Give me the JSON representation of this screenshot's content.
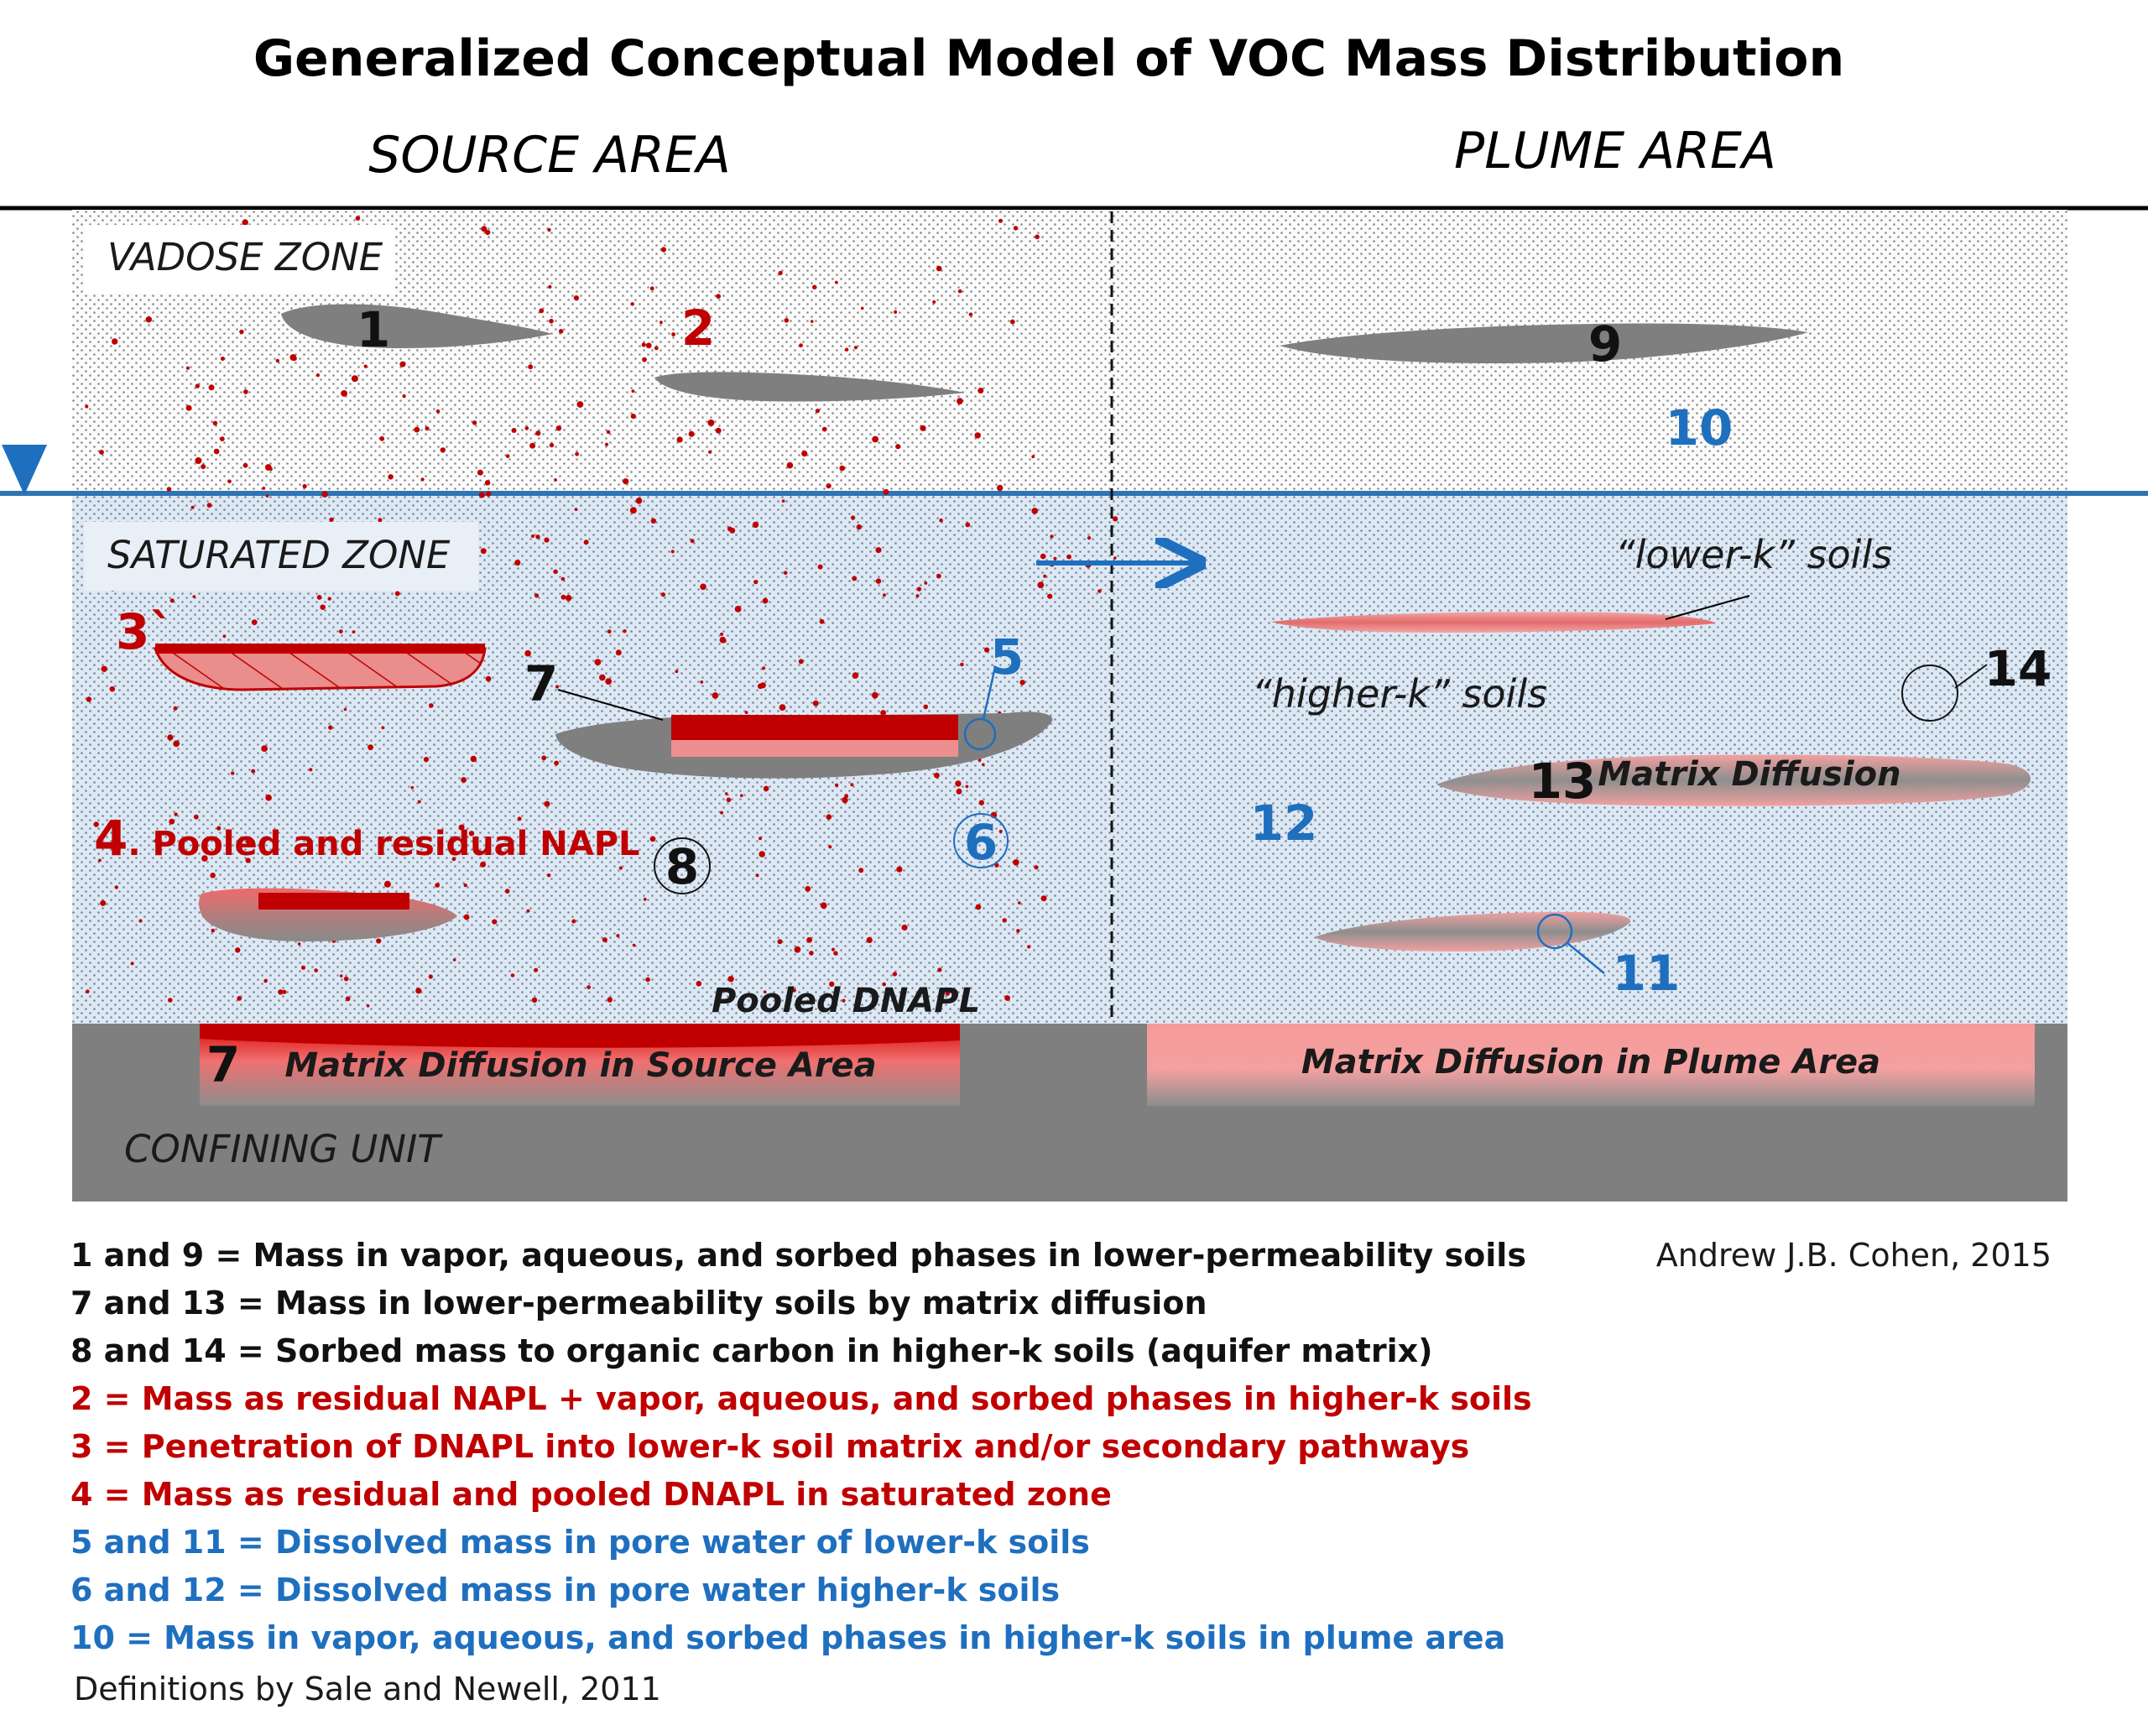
{
  "title": "Generalized Conceptual Model of VOC Mass Distribution",
  "areas": {
    "source": "SOURCE AREA",
    "plume": "PLUME AREA"
  },
  "zones": {
    "vadose": "VADOSE ZONE",
    "saturated": "SATURATED ZONE",
    "confining": "CONFINING UNIT"
  },
  "soil_labels": {
    "lower_k": "“lower-k” soils",
    "higher_k": "“higher-k” soils"
  },
  "numbers": {
    "n1": "1",
    "n2": "2",
    "n3": "3`",
    "n4": "4",
    "n5": "5",
    "n6": "6",
    "n7a": "7",
    "n7b": "7",
    "n8": "8",
    "n9": "9",
    "n10": "10",
    "n11": "11",
    "n12": "12",
    "n13": "13",
    "n14": "14"
  },
  "labels": {
    "pooled_residual": ". Pooled and residual NAPL",
    "pooled_dnapl": "Pooled DNAPL",
    "matrix_diffusion": "Matrix Diffusion",
    "md_source": "Matrix Diffusion in Source Area",
    "md_plume": "Matrix Diffusion in Plume Area"
  },
  "legend": [
    {
      "text": "1 and 9 = Mass in vapor, aqueous, and sorbed phases in lower-permeability soils",
      "color": "black"
    },
    {
      "text": "7 and 13 = Mass in lower-permeability soils by matrix diffusion",
      "color": "black"
    },
    {
      "text": "8 and 14 = Sorbed mass to organic carbon in higher-k soils (aquifer matrix)",
      "color": "black"
    },
    {
      "text": "2 = Mass as residual NAPL + vapor, aqueous, and sorbed phases in higher-k soils",
      "color": "red"
    },
    {
      "text": "3 = Penetration of DNAPL into lower-k soil matrix and/or secondary pathways",
      "color": "red"
    },
    {
      "text": "4 = Mass as residual and pooled DNAPL in saturated zone",
      "color": "red"
    },
    {
      "text": "5 and 11 = Dissolved mass in pore water of lower-k soils",
      "color": "blue"
    },
    {
      "text": "6 and 12 = Dissolved mass in pore water higher-k soils",
      "color": "blue"
    },
    {
      "text": "10 = Mass in vapor, aqueous, and sorbed phases in higher-k soils in plume area",
      "color": "blue"
    }
  ],
  "credit": "Andrew J.B. Cohen, 2015",
  "definitions": "Definitions by Sale and Newell, 2011",
  "colors": {
    "napl_red": "#c00000",
    "water_blue": "#1f6fbf",
    "clay_gray": "#7f7f7f",
    "saturated_bg": "#dde8f5"
  }
}
